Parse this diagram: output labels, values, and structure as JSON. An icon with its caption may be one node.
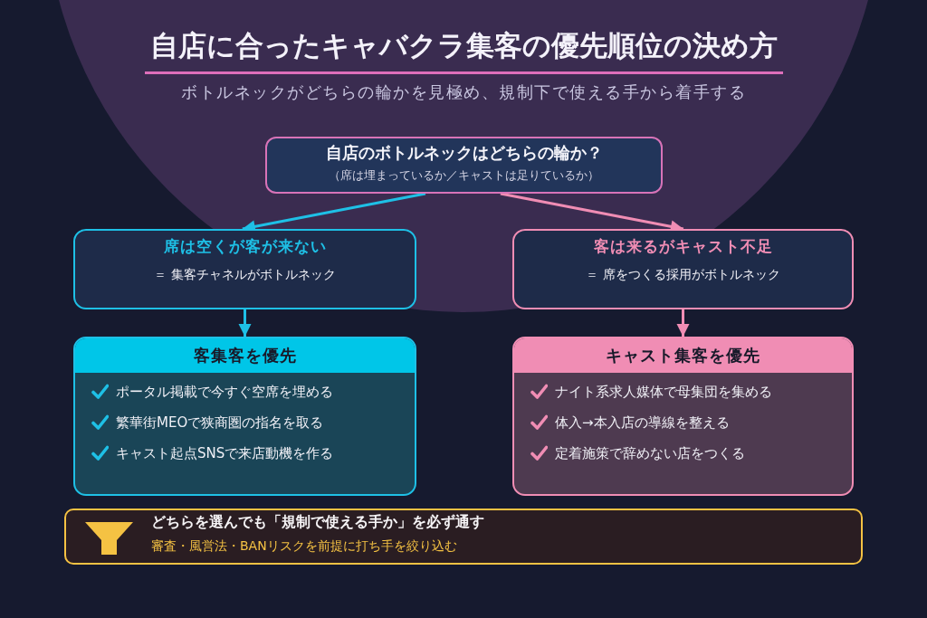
{
  "diagram": {
    "title": "自店に合ったキャバクラ集客の優先順位の決め方",
    "nodes": [
      {
        "text": [
          "自店のボトルネックはどちらの輪か？",
          "（席は埋まっているか／キャストは足りているか）"
        ]
      },
      {
        "text": [
          "席は空くが客が来ない",
          "＝ 集客チャネルがボトルネック"
        ]
      },
      {
        "text": [
          "客は来るがキャスト不足",
          "＝ 席をつくる採用がボトルネック"
        ]
      },
      {
        "text": [
          "客集客を優先",
          "ポータル掲載で今すぐ空席を埋める",
          "繁華街MEOで狭商圏の指名を取る",
          "キャスト起点SNSで来店動機を作る"
        ]
      },
      {
        "text": [
          "キャスト集客を優先",
          "ナイト系求人媒体で母集団を集める",
          "体入→本入店の導線を整える",
          "定着施策で辞めない店をつくる"
        ]
      },
      {
        "text": [
          "どちらを選んでも「規制で使える手か」を必ず通す",
          "審査・風営法・BANリスクを前提に打ち手を絞り込む"
        ]
      }
    ],
    "edges": [
      {
        "from": 0,
        "to": 1,
        "arrow": "to",
        "color": "#1ec0e6"
      },
      {
        "from": 0,
        "to": 2,
        "arrow": "to",
        "color": "#f08db4"
      },
      {
        "from": 1,
        "to": 3,
        "arrow": "to",
        "color": "#1ec0e6"
      },
      {
        "from": 2,
        "to": 4,
        "arrow": "to",
        "color": "#f08db4"
      }
    ],
    "labels": [
      "ボトルネックがどちらの輪かを見極め、規制下で使える手から着手する"
    ]
  }
}
